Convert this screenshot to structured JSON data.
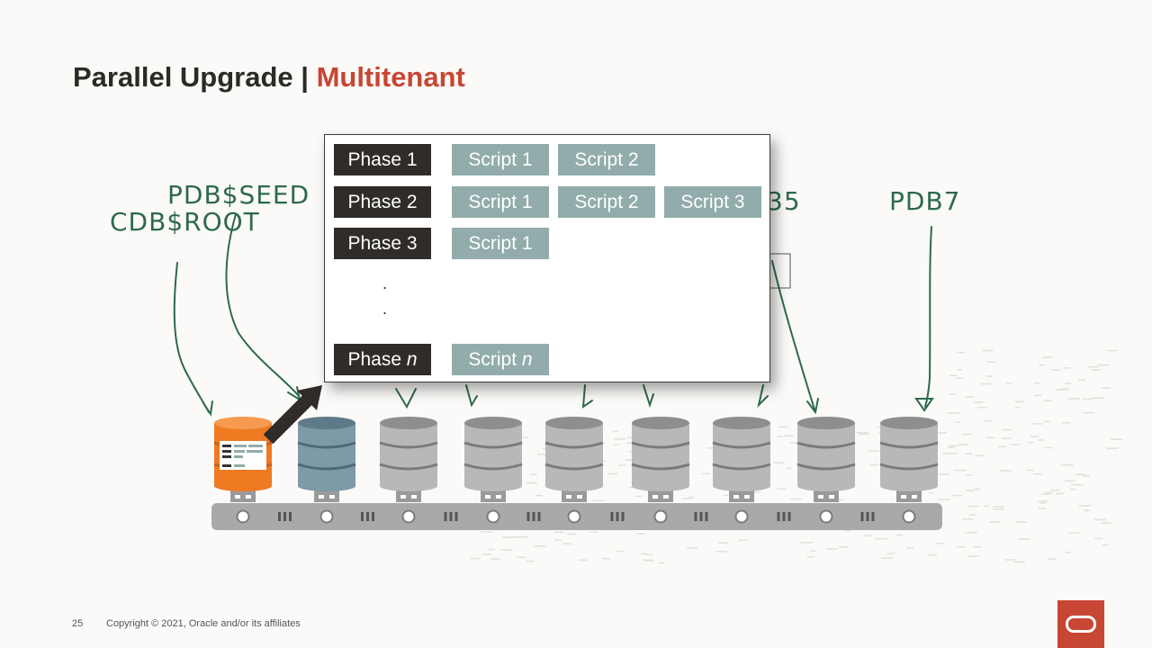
{
  "slide": {
    "title_main": "Parallel Upgrade | ",
    "title_accent": "Multitenant",
    "page_number": "25",
    "copyright": "Copyright © 2021, Oracle and/or its affiliates"
  },
  "labels": {
    "seed": "PDB$SEED",
    "root": "CDB$ROOT",
    "pdb7": "PDB7",
    "pdb_partial": "35"
  },
  "phases": [
    {
      "label": "Phase 1",
      "scripts": [
        "Script 1",
        "Script 2"
      ]
    },
    {
      "label": "Phase 2",
      "scripts": [
        "Script 1",
        "Script 2",
        "Script 3"
      ]
    },
    {
      "label": "Phase 3",
      "scripts": [
        "Script 1"
      ]
    },
    {
      "label": "Phase n",
      "scripts": [
        "Script n"
      ]
    }
  ],
  "ellipsis": ".",
  "colors": {
    "accent": "#c74634",
    "phase": "#2f2c29",
    "script": "#91acab",
    "cdb_root": "#ef7a22",
    "seed": "#7d9aa8",
    "pdb": "#b8b8b8",
    "handwriting": "#2e6a4b"
  }
}
